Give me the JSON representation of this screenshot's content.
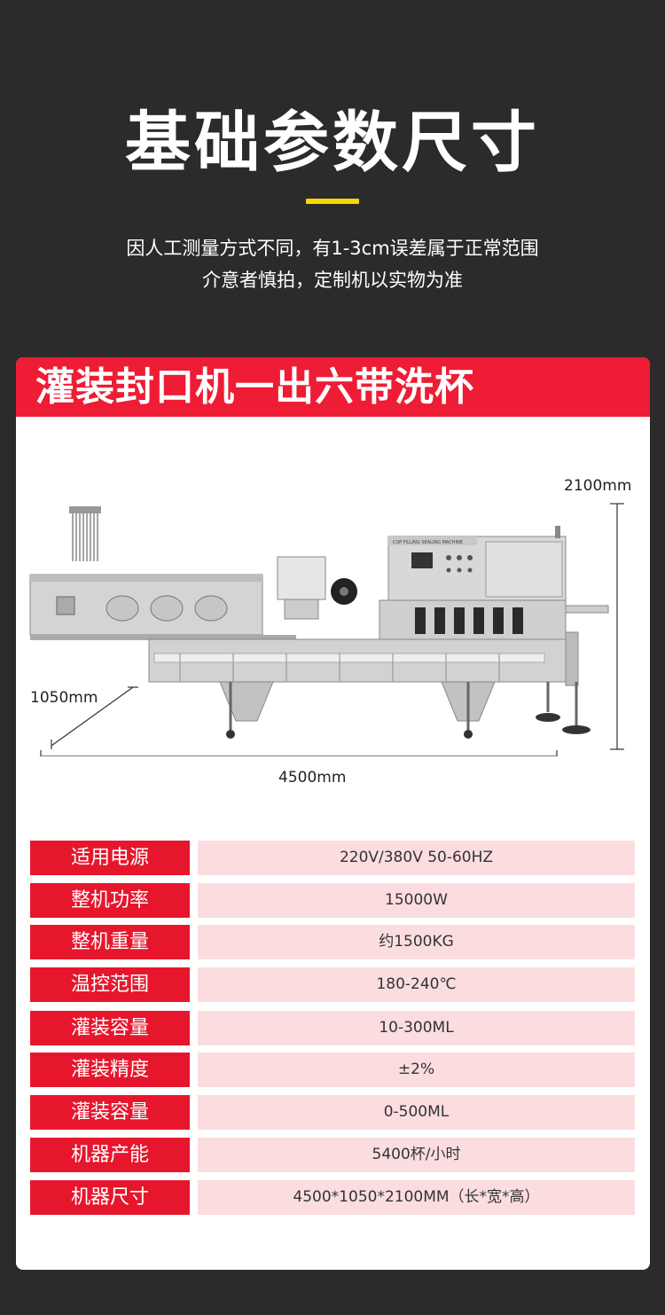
{
  "header": {
    "title": "基础参数尺寸",
    "subtitle_line1": "因人工测量方式不同，有1-3cm误差属于正常范围",
    "subtitle_line2": "介意者慎拍，定制机以实物为准",
    "accent_color": "#f5d800"
  },
  "card": {
    "title": "灌装封口机一出六带洗杯",
    "header_color": "#ee1c34",
    "panel_text": "CUP FILLING SEALING MACHINE",
    "dimensions": {
      "height": "2100mm",
      "depth": "1050mm",
      "length": "4500mm"
    }
  },
  "specs": [
    {
      "label": "适用电源",
      "value": "220V/380V  50-60HZ"
    },
    {
      "label": "整机功率",
      "value": "15000W"
    },
    {
      "label": "整机重量",
      "value": "约1500KG"
    },
    {
      "label": "温控范围",
      "value": "180-240℃"
    },
    {
      "label": "灌装容量",
      "value": "10-300ML"
    },
    {
      "label": "灌装精度",
      "value": "±2%"
    },
    {
      "label": "灌装容量",
      "value": "0-500ML"
    },
    {
      "label": "机器产能",
      "value": "5400杯/小时"
    },
    {
      "label": "机器尺寸",
      "value": "4500*1050*2100MM（长*宽*高）"
    }
  ]
}
